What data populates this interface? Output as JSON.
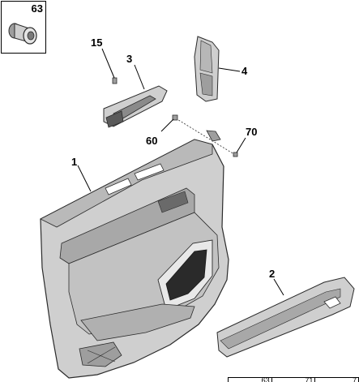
{
  "callouts": {
    "detail": "63",
    "screw": "15",
    "handle_cup": "3",
    "mirror_trim": "4",
    "clip_left": "60",
    "clip_right": "70",
    "door_panel": "1",
    "armrest_trim": "2"
  },
  "table": {
    "cells": [
      "63",
      "71",
      "7"
    ]
  },
  "colors": {
    "part_fill": "#cfcfcf",
    "part_shade": "#9e9e9e",
    "part_dark": "#3a3a3a",
    "outline": "#2b2b2b"
  }
}
